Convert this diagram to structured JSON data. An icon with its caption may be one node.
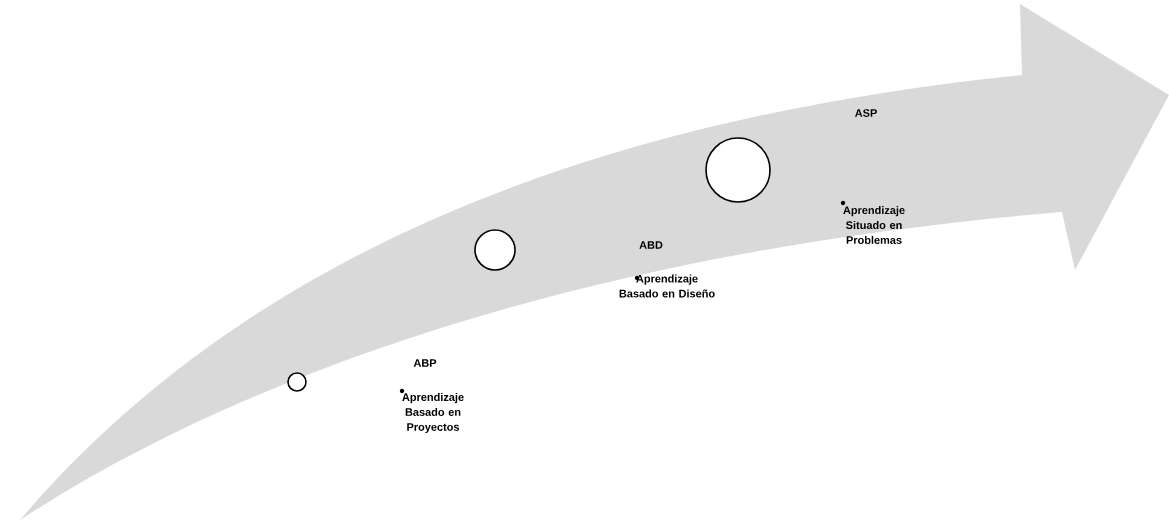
{
  "diagram": {
    "nodes": [
      {
        "text": [],
        "shape": "circle"
      },
      {
        "text": [],
        "shape": "circle"
      },
      {
        "text": [],
        "shape": "circle"
      }
    ],
    "labels": [
      "ASP",
      "Aprendizaje Situado en Problemas",
      "ABD",
      "Aprendizaje Basado en Diseño",
      "ABP",
      "Aprendizaje Basado en Proyectos"
    ]
  }
}
